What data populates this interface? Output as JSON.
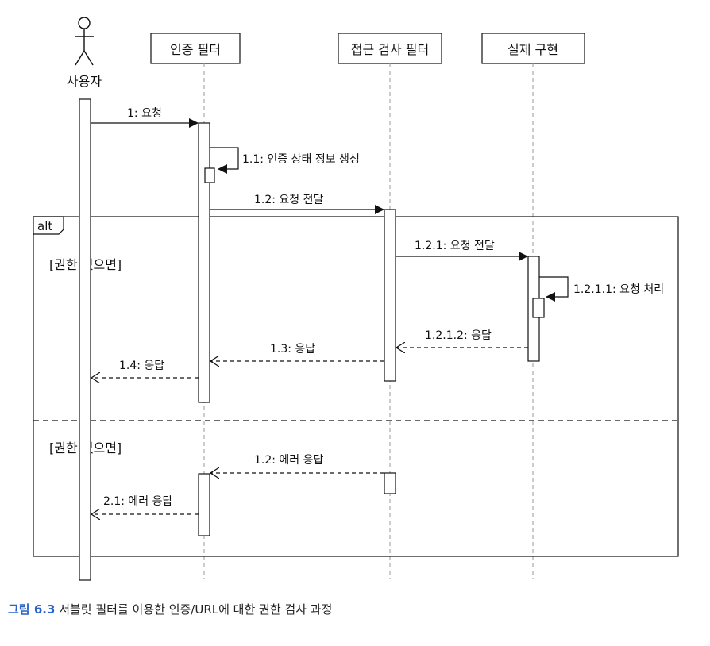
{
  "participants": [
    {
      "id": "user",
      "label": "사용자",
      "kind": "actor"
    },
    {
      "id": "auth",
      "label": "인증 필터",
      "kind": "box"
    },
    {
      "id": "access",
      "label": "접근 검사 필터",
      "kind": "box"
    },
    {
      "id": "impl",
      "label": "실제 구현",
      "kind": "box"
    }
  ],
  "fragment": {
    "operator": "alt",
    "guard_1": "[권한 있으면]",
    "guard_2": "[권한 없으면]"
  },
  "messages": {
    "m1": "1: 요청",
    "m1_1": "1.1: 인증 상태 정보 생성",
    "m1_2": "1.2: 요청 전달",
    "m1_2_1": "1.2.1: 요청 전달",
    "m1_2_1_1": "1.2.1.1: 요청 처리",
    "m1_2_1_2": "1.2.1.2: 응답",
    "m1_3": "1.3: 응답",
    "m1_4": "1.4: 응답",
    "m1_2_err": "1.2: 에러 응답",
    "m2_1": "2.1: 에러 응답"
  },
  "caption": {
    "figure": "그림 6.3",
    "text": "서블릿 필터를 이용한 인증/URL에 대한 권한 검사 과정",
    "figure_color": "#2a63c8"
  }
}
